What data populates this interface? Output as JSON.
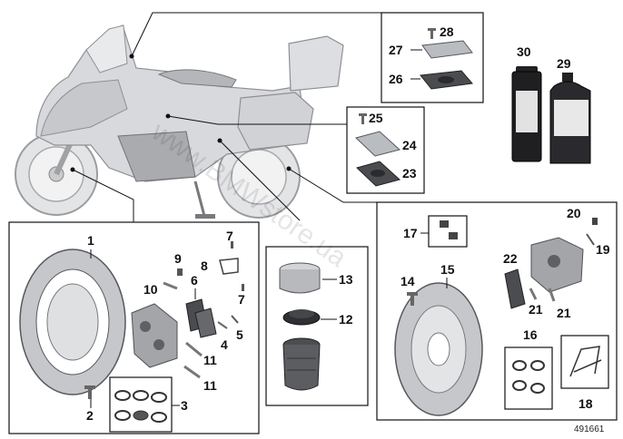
{
  "callouts": {
    "c1": "1",
    "c2": "2",
    "c3": "3",
    "c4": "4",
    "c5": "5",
    "c6": "6",
    "c7a": "7",
    "c7b": "7",
    "c8": "8",
    "c9": "9",
    "c10": "10",
    "c11a": "11",
    "c11b": "11",
    "c12": "12",
    "c13": "13",
    "c14": "14",
    "c15": "15",
    "c16": "16",
    "c17": "17",
    "c18": "18",
    "c19": "19",
    "c20": "20",
    "c21a": "21",
    "c21b": "21",
    "c22": "22",
    "c23": "23",
    "c24": "24",
    "c25": "25",
    "c26": "26",
    "c27": "27",
    "c28": "28",
    "c29": "29",
    "c30": "30"
  },
  "watermark": "www.BMWstore.ua",
  "diagram_ref": "491661",
  "colors": {
    "line": "#111111",
    "metal": "#b9bcc0",
    "dark": "#4a4c50",
    "bike": "#d7d9dc"
  }
}
